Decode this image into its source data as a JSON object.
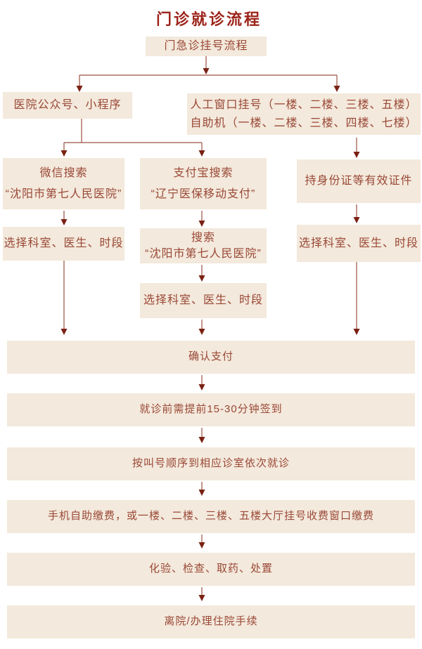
{
  "colors": {
    "background": "#ffffff",
    "box_bg": "#f3e9dc",
    "box_text": "#9a4836",
    "title_text": "#9c241a",
    "line": "#9b5040",
    "arrow": "#7a2113"
  },
  "flowchart": {
    "title": "门诊就诊流程",
    "nodes": {
      "start": "门急诊挂号流程",
      "online": "医院公众号、小程序",
      "offline": {
        "line1": "人工窗口挂号（一楼、二楼、三楼、五楼）",
        "line2": "自助机（一楼、二楼、三楼、四楼、七楼）"
      },
      "wechat": {
        "line1": "微信搜索",
        "line2": "“沈阳市第七人民医院”"
      },
      "alipay": {
        "line1": "支付宝搜索",
        "line2": "“辽宁医保移动支付”"
      },
      "idcard": "持身份证等有效证件",
      "select_left": "选择科室、医生、时段",
      "search": {
        "line1": "搜索",
        "line2": "“沈阳市第七人民医院”"
      },
      "select_right": "选择科室、医生、时段",
      "select_mid": "选择科室、医生、时段",
      "confirm": "确认支付",
      "signin": "就诊前需提前15-30分钟签到",
      "queue": "按叫号顺序到相应诊室依次就诊",
      "pay": "手机自助缴费，或一楼、二楼、三楼、五楼大厅挂号收费窗口缴费",
      "tests": "化验、检查、取药、处置",
      "leave": "离院/办理住院手续"
    }
  }
}
